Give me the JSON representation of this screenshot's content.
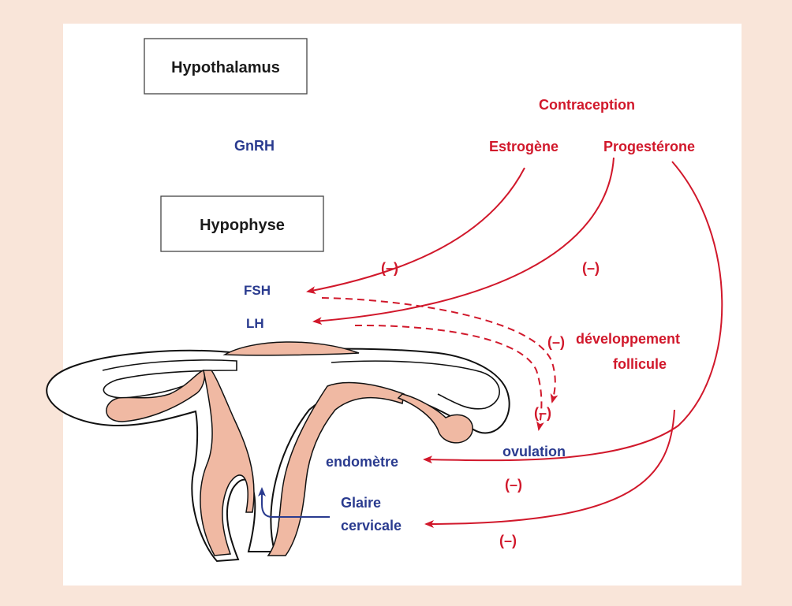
{
  "boxes": {
    "hypothalamus": "Hypothalamus",
    "hypophyse": "Hypophyse"
  },
  "hormones": {
    "gnrh": "GnRH",
    "fsh": "FSH",
    "lh": "LH"
  },
  "contraception": {
    "title": "Contraception",
    "estrogen": "Estrogène",
    "progesterone": "Progestérone"
  },
  "targets": {
    "development_line1": "développement",
    "development_line2": "follicule",
    "ovulation": "ovulation",
    "endometrium": "endomètre",
    "mucus_line1": "Glaire",
    "mucus_line2": "cervicale"
  },
  "inhibition": {
    "estrogen_fsh": "(–)",
    "progesterone_lh": "(–)",
    "development": "(–)",
    "ovulation": "(–)",
    "endometrium": "(–)",
    "mucus": "(–)"
  },
  "colors": {
    "background": "#f9e5d9",
    "panel": "#ffffff",
    "hormone_blue": "#2a3b8f",
    "contraception_red": "#d1182b",
    "uterus_fill": "#f0b9a3"
  }
}
